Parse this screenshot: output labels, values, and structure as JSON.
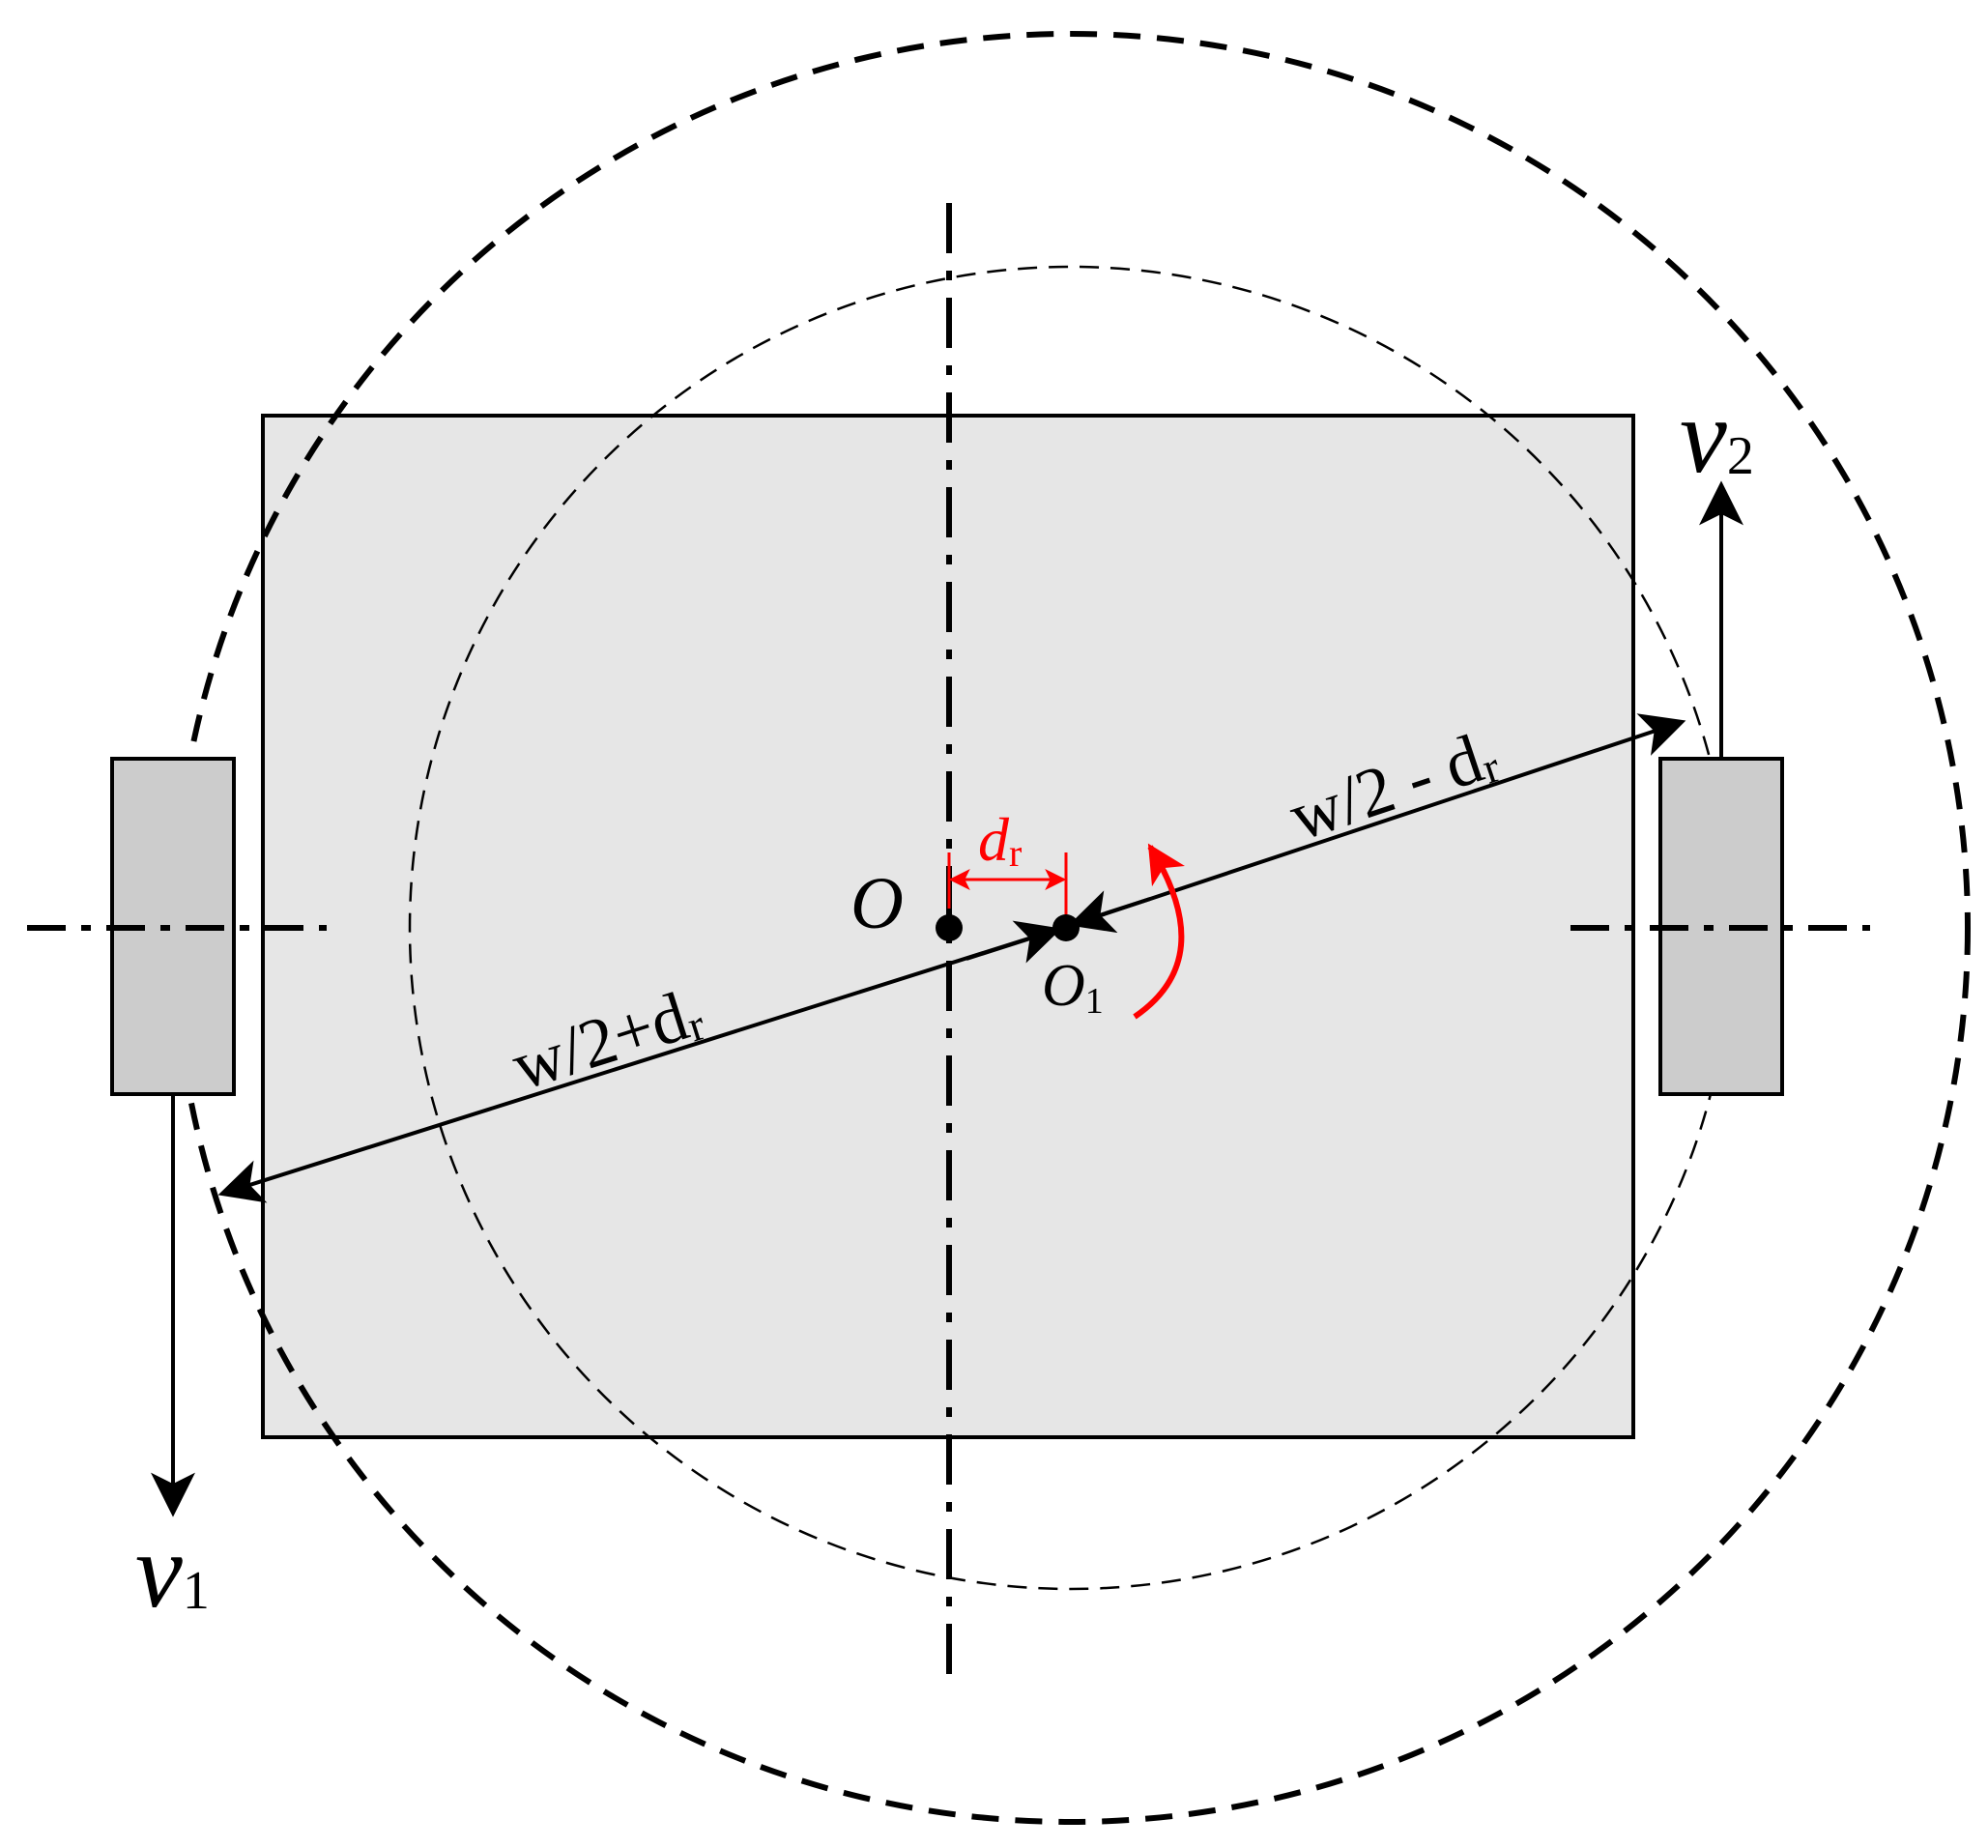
{
  "labels": {
    "O": "O",
    "O1_main": "O",
    "O1_sub": "1",
    "dr_main": "d",
    "dr_sub": "r",
    "left_radius_main": "w/2+d",
    "left_radius_sub": "r",
    "right_radius_main": "w/2 - d",
    "right_radius_sub": "r",
    "v1_main": "v",
    "v1_sub": "1",
    "v2_main": "v",
    "v2_sub": "2"
  },
  "colors": {
    "stroke": "#000000",
    "body_fill": "#e6e6e6",
    "wheel_fill": "#cccccc",
    "accent": "#ff0000"
  }
}
